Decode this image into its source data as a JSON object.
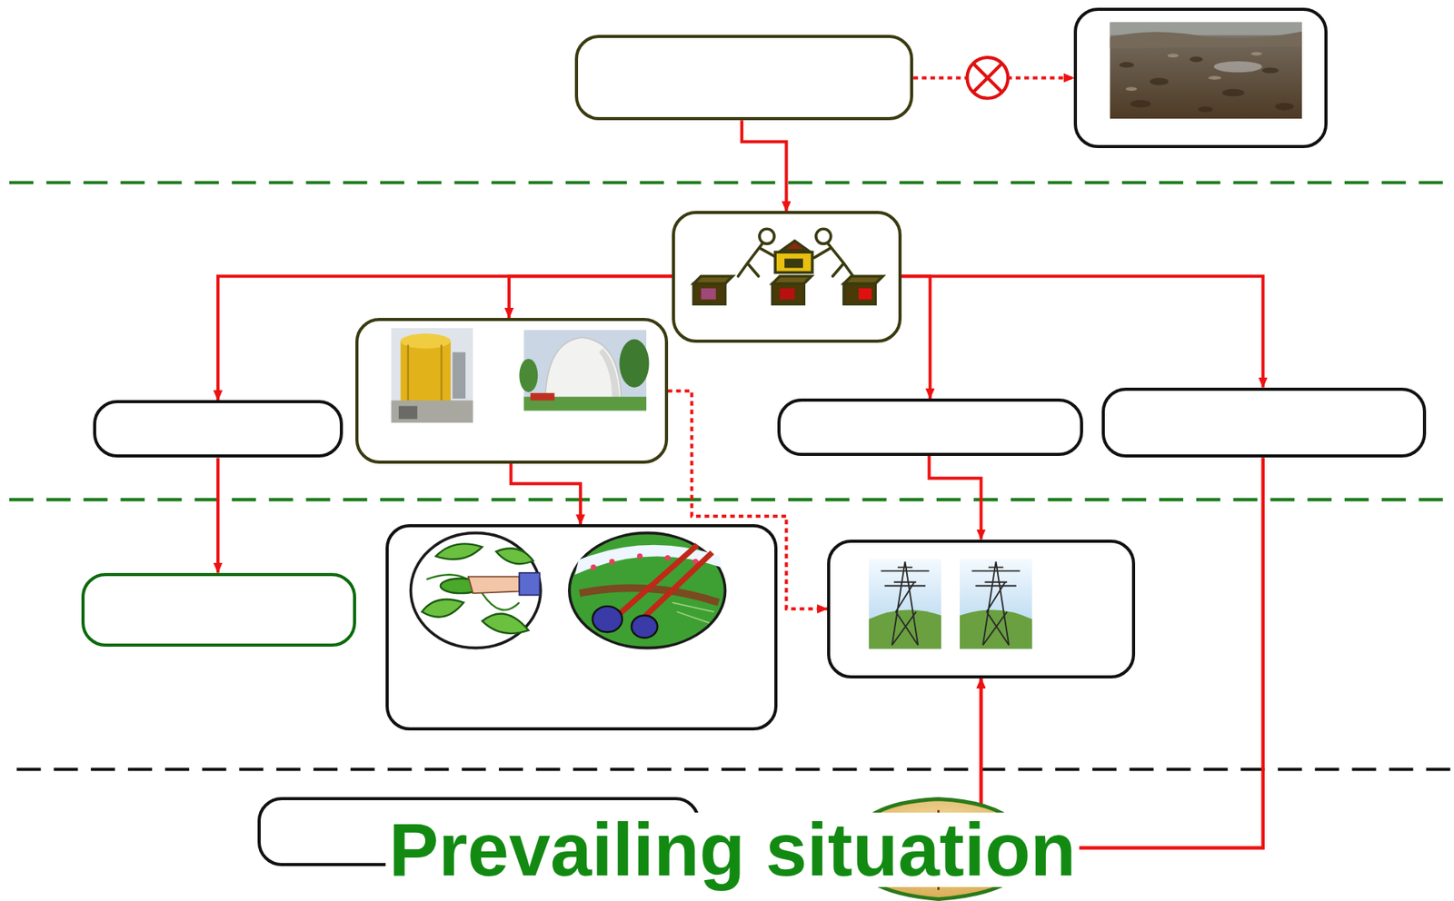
{
  "diagram": {
    "nodes": [
      {
        "text": []
      },
      {
        "text": []
      },
      {
        "text": []
      },
      {
        "text": []
      },
      {
        "text": []
      },
      {
        "text": []
      },
      {
        "text": []
      },
      {
        "text": []
      },
      {
        "text": []
      },
      {
        "text": []
      },
      {
        "text": []
      }
    ],
    "edges": [
      {
        "from": 0,
        "to": 1,
        "arrow": "to"
      },
      {
        "from": 0,
        "to": 2,
        "arrow": "to"
      },
      {
        "from": 2,
        "to": 3,
        "arrow": "to"
      },
      {
        "from": 2,
        "to": 4,
        "arrow": "to"
      },
      {
        "from": 2,
        "to": 5,
        "arrow": "to"
      },
      {
        "from": 2,
        "to": 6,
        "arrow": "to"
      },
      {
        "from": 3,
        "to": 7,
        "arrow": "to"
      },
      {
        "from": 4,
        "to": 8,
        "arrow": "to"
      },
      {
        "from": 4,
        "to": 9,
        "arrow": "to"
      },
      {
        "from": 5,
        "to": 9,
        "arrow": "to"
      },
      {
        "from": 6,
        "to": 9,
        "arrow": "to"
      },
      {
        "from": 6,
        "to": 10,
        "arrow": "to"
      },
      {
        "from": 10,
        "to": 9,
        "arrow": "to"
      }
    ],
    "labels": [
      "Prevailing situation"
    ]
  }
}
